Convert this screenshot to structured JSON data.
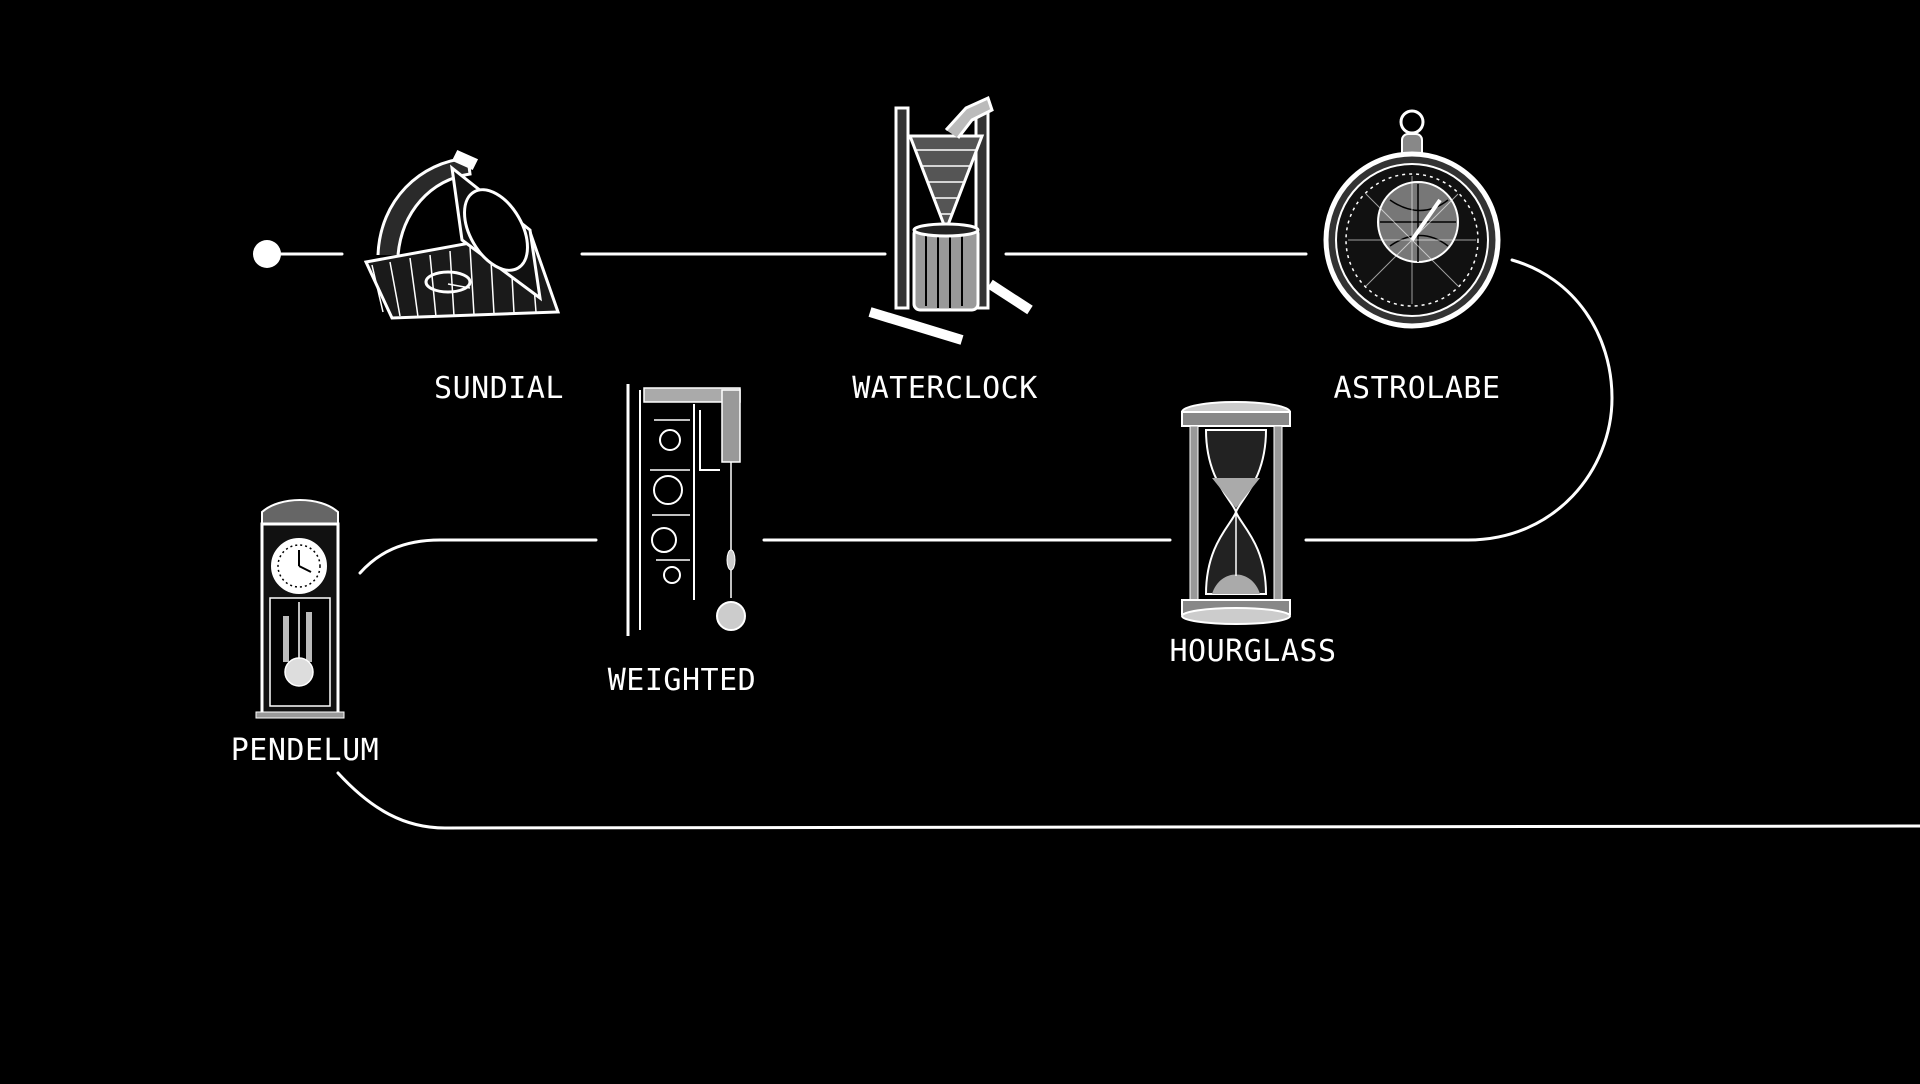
{
  "timeline": {
    "line_color": "#ffffff",
    "background_color": "#000000",
    "items": [
      {
        "label": "SUNDIAL",
        "icon": "sundial-icon"
      },
      {
        "label": "WATERCLOCK",
        "icon": "waterclock-icon"
      },
      {
        "label": "ASTROLABE",
        "icon": "astrolabe-icon"
      },
      {
        "label": "HOURGLASS",
        "icon": "hourglass-icon"
      },
      {
        "label": "WEIGHTED",
        "icon": "weighted-clock-icon"
      },
      {
        "label": "PENDELUM",
        "icon": "pendulum-clock-icon"
      }
    ]
  }
}
